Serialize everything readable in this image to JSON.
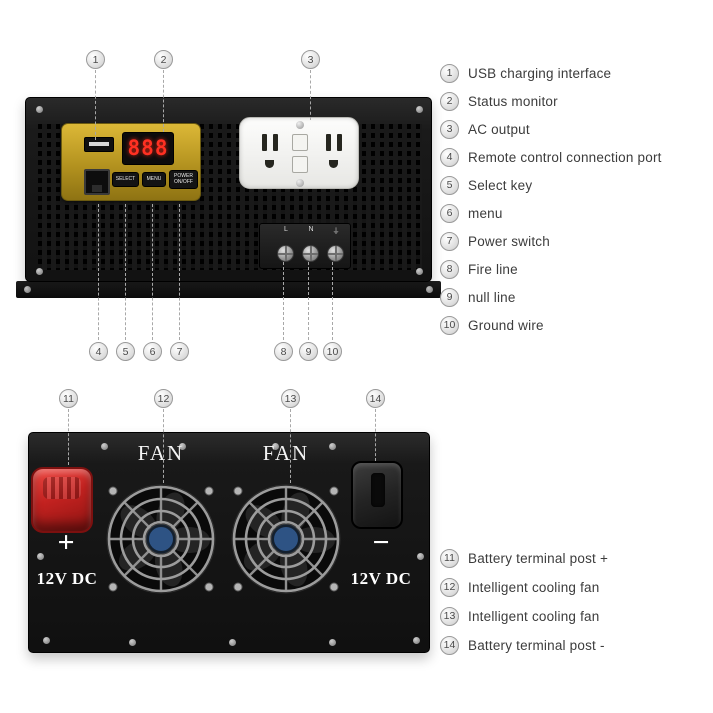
{
  "front_panel": {
    "callouts": {
      "c1": "1",
      "c2": "2",
      "c3": "3",
      "c4": "4",
      "c5": "5",
      "c6": "6",
      "c7": "7",
      "c8": "8",
      "c9": "9",
      "c10": "10"
    },
    "display_value": "888",
    "buttons": {
      "select": "SELECT",
      "menu": "MENU",
      "power": "POWER ON/OFF"
    },
    "terminal_labels": {
      "live": "L",
      "neutral": "N",
      "ground": "⏚"
    }
  },
  "back_panel": {
    "callouts": {
      "c11": "11",
      "c12": "12",
      "c13": "13",
      "c14": "14"
    },
    "fan_left_label": "FAN",
    "fan_right_label": "FAN",
    "positive_sign": "+",
    "negative_sign": "−",
    "dc_label_left": "12V DC",
    "dc_label_right": "12V DC"
  },
  "legend_top": [
    {
      "num": "1",
      "label": "USB charging interface"
    },
    {
      "num": "2",
      "label": "Status monitor"
    },
    {
      "num": "3",
      "label": "AC output"
    },
    {
      "num": "4",
      "label": "Remote control connection port"
    },
    {
      "num": "5",
      "label": "Select key"
    },
    {
      "num": "6",
      "label": "menu"
    },
    {
      "num": "7",
      "label": "Power switch"
    },
    {
      "num": "8",
      "label": "Fire line"
    },
    {
      "num": "9",
      "label": "null line"
    },
    {
      "num": "10",
      "label": "Ground wire"
    }
  ],
  "legend_bottom": [
    {
      "num": "11",
      "label": "Battery terminal post +"
    },
    {
      "num": "12",
      "label": "Intelligent cooling fan"
    },
    {
      "num": "13",
      "label": "Intelligent cooling fan"
    },
    {
      "num": "14",
      "label": "Battery terminal post -"
    }
  ],
  "colors": {
    "panel_yellow": "#b3921f",
    "led_red": "#ff3022",
    "terminal_positive_red": "#c32220",
    "body_black": "#161616"
  }
}
